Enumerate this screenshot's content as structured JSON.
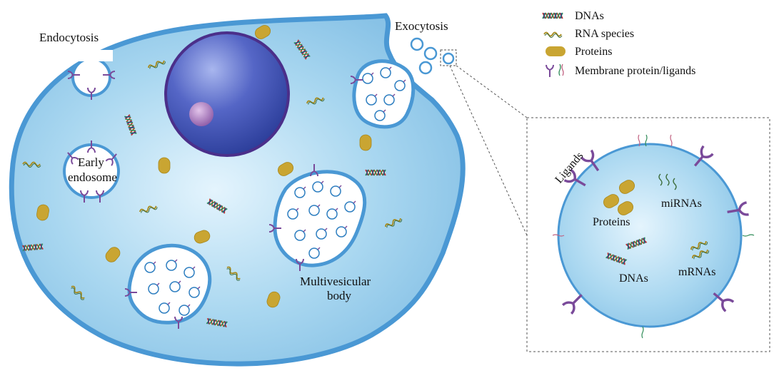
{
  "labels": {
    "endocytosis": "Endocytosis",
    "exocytosis": "Exocytosis",
    "early_endosome_line1": "Early",
    "early_endosome_line2": "endosome",
    "multivesicular_line1": "Multivesicular",
    "multivesicular_line2": "body",
    "ligands": "Ligands",
    "mirnas": "miRNAs",
    "proteins": "Proteins",
    "dnas": "DNAs",
    "mrnas": "mRNAs"
  },
  "legend": {
    "items": [
      {
        "label": "DNAs",
        "icon": "dna-helix-icon"
      },
      {
        "label": "RNA species",
        "icon": "rna-strand-icon"
      },
      {
        "label": "Proteins",
        "icon": "protein-capsule-icon"
      },
      {
        "label": "Membrane protein/ligands",
        "icon": "membrane-receptor-icon"
      }
    ]
  },
  "colors": {
    "cytoplasm": "#9fd0ec",
    "membrane": "#4a98d4",
    "nucleus": "#3a52b0",
    "nucleolus": "#a26fb2",
    "protein": "#c9a532",
    "receptor": "#7a4a9a",
    "dna_red": "#c0392b",
    "dna_green": "#2e8b57"
  }
}
